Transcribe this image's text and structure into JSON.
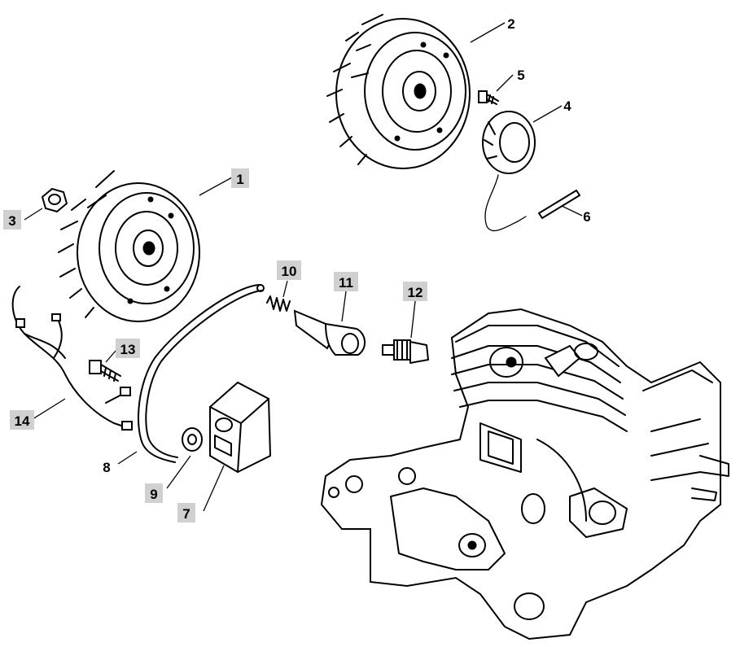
{
  "callouts": [
    {
      "number": "1",
      "highlighted": true
    },
    {
      "number": "2",
      "highlighted": false
    },
    {
      "number": "3",
      "highlighted": true
    },
    {
      "number": "4",
      "highlighted": false
    },
    {
      "number": "5",
      "highlighted": false
    },
    {
      "number": "6",
      "highlighted": false
    },
    {
      "number": "7",
      "highlighted": true
    },
    {
      "number": "8",
      "highlighted": false
    },
    {
      "number": "9",
      "highlighted": true
    },
    {
      "number": "10",
      "highlighted": true
    },
    {
      "number": "11",
      "highlighted": true
    },
    {
      "number": "12",
      "highlighted": true
    },
    {
      "number": "13",
      "highlighted": true
    },
    {
      "number": "14",
      "highlighted": true
    }
  ],
  "colors": {
    "highlight": "#d0d0d0",
    "line": "#000000",
    "background": "#ffffff"
  }
}
